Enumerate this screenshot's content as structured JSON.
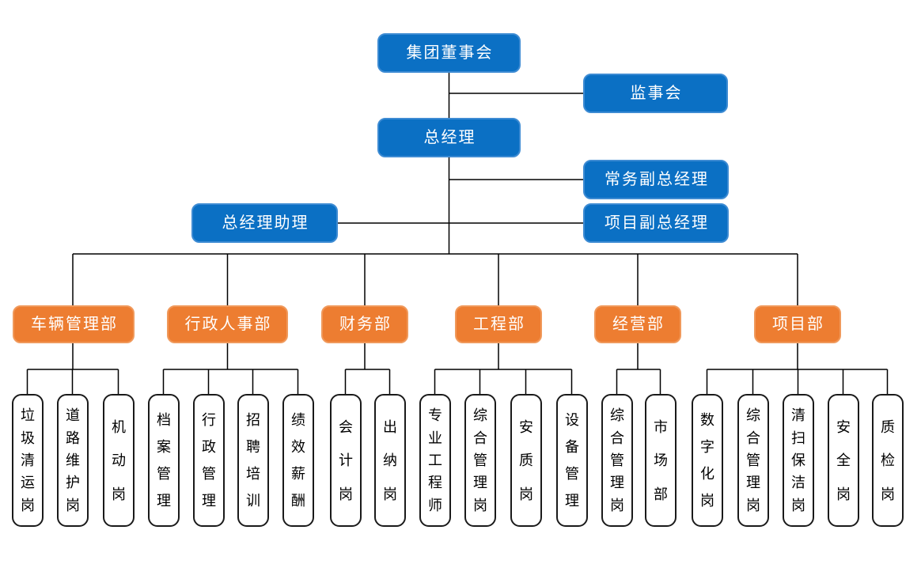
{
  "colors": {
    "node_blue": "#0b70c4",
    "node_blue_border": "#3d8bd3",
    "dept_orange": "#ed7d31",
    "dept_orange_border": "#f0995b",
    "position_border": "#1a1a1a",
    "connector": "#000000",
    "text_light": "#ffffff",
    "text_dark": "#000000"
  },
  "nodes": {
    "board": "集团董事会",
    "supervisory": "监事会",
    "general_manager": "总经理",
    "executive_deputy_gm": "常务副总经理",
    "project_deputy_gm": "项目副总经理",
    "gm_assistant": "总经理助理"
  },
  "departments": [
    {
      "label": "车辆管理部",
      "positions": [
        "垃圾清运岗",
        "道路维护岗",
        "机动岗"
      ]
    },
    {
      "label": "行政人事部",
      "positions": [
        "档案管理",
        "行政管理",
        "招聘培训",
        "绩效薪酬"
      ]
    },
    {
      "label": "财务部",
      "positions": [
        "会计岗",
        "出纳岗"
      ]
    },
    {
      "label": "工程部",
      "positions": [
        "专业工程师",
        "综合管理岗",
        "安质岗",
        "设备管理"
      ]
    },
    {
      "label": "经营部",
      "positions": [
        "综合管理岗",
        "市场部"
      ]
    },
    {
      "label": "项目部",
      "positions": [
        "数字化岗",
        "综合管理岗",
        "清扫保洁岗",
        "安全岗",
        "质检岗"
      ]
    }
  ]
}
